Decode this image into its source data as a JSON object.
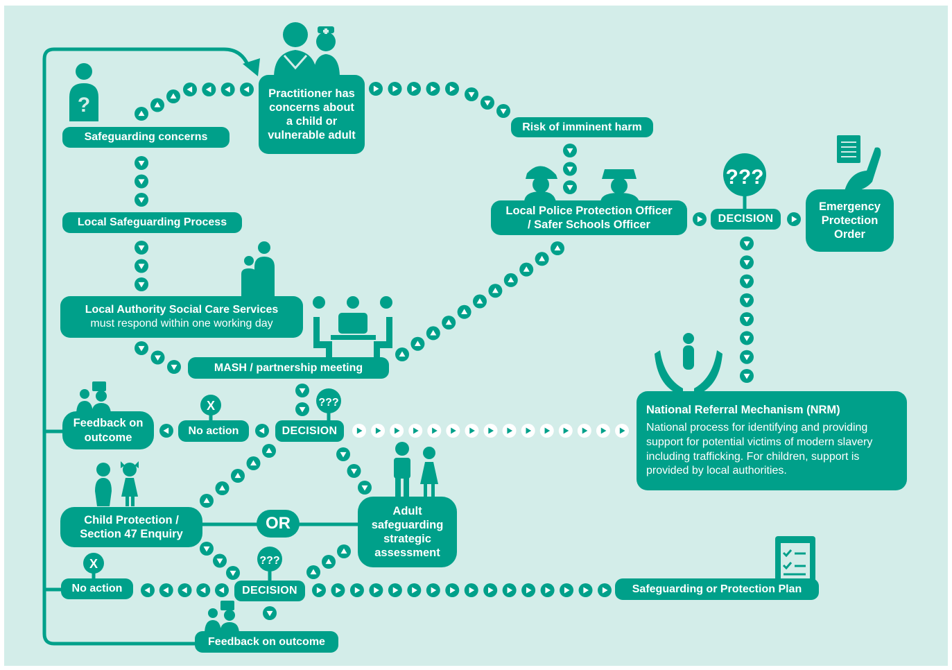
{
  "colors": {
    "background": "#d3ede9",
    "primary": "#00a08a",
    "text": "#ffffff"
  },
  "nodes": {
    "practitioner": "Practitioner has concerns about a child or vulnerable adult",
    "safeguarding_concerns": "Safeguarding concerns",
    "local_safeguarding_process": "Local Safeguarding Process",
    "la_social_care_title": "Local Authority Social Care Services",
    "la_social_care_sub": "must respond within one working day",
    "mash": "MASH / partnership meeting",
    "risk_imminent": "Risk of imminent harm",
    "police_officer": "Local Police Protection Officer / Safer Schools Officer",
    "decision_police": "DECISION",
    "epo": "Emergency Protection Order",
    "nrm_title": "National Referral Mechanism (NRM)",
    "nrm_desc": "National process for identifying and providing support for potential victims of modern slavery including trafficking. For children, support is provided by local authorities.",
    "feedback_top": "Feedback on outcome",
    "no_action_top": "No action",
    "decision_mash": "DECISION",
    "child_protection": "Child Protection / Section 47 Enquiry",
    "or_label": "OR",
    "adult_assessment": "Adult safeguarding strategic assessment",
    "no_action_bottom": "No action",
    "decision_bottom": "DECISION",
    "protection_plan": "Safeguarding or Protection Plan",
    "feedback_bottom": "Feedback on outcome",
    "x_mark": "X",
    "question_marks": "???"
  },
  "icons": [
    "practitioner-doctor-icon",
    "nurse-icon",
    "question-person-icon",
    "police-officers-icon",
    "question-tree-icon",
    "hand-document-icon",
    "hands-person-icon",
    "family-icon",
    "meeting-table-icon",
    "feedback-people-icon",
    "x-tree-icon",
    "children-icon",
    "adults-icon",
    "clipboard-checklist-icon"
  ]
}
